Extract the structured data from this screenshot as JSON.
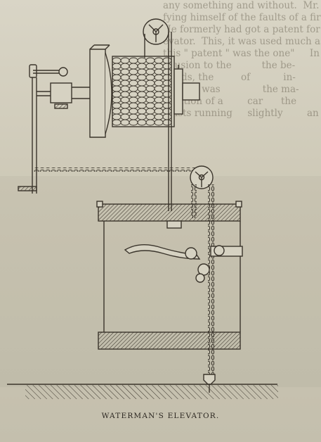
{
  "figure": {
    "caption": "WATERMAN'S ELEVATOR."
  },
  "bleed_through_text": {
    "lines": [
      "any something and without.  Mr. Sargent",
      "fying himself of the faults of a fireman,",
      "He formerly had got a patent for an ele-",
      "evator.  This, it was used much as well",
      "this \" patent \" was the one\"     In",
      "allusion to the          the be-",
      "wards, the         of           in-",
      "vention was              the ma-",
      "mention of a        car      the",
      "hoists running     slightly        an"
    ]
  },
  "colors": {
    "ink": "#3a342b",
    "paper": "#d6d2c2"
  }
}
